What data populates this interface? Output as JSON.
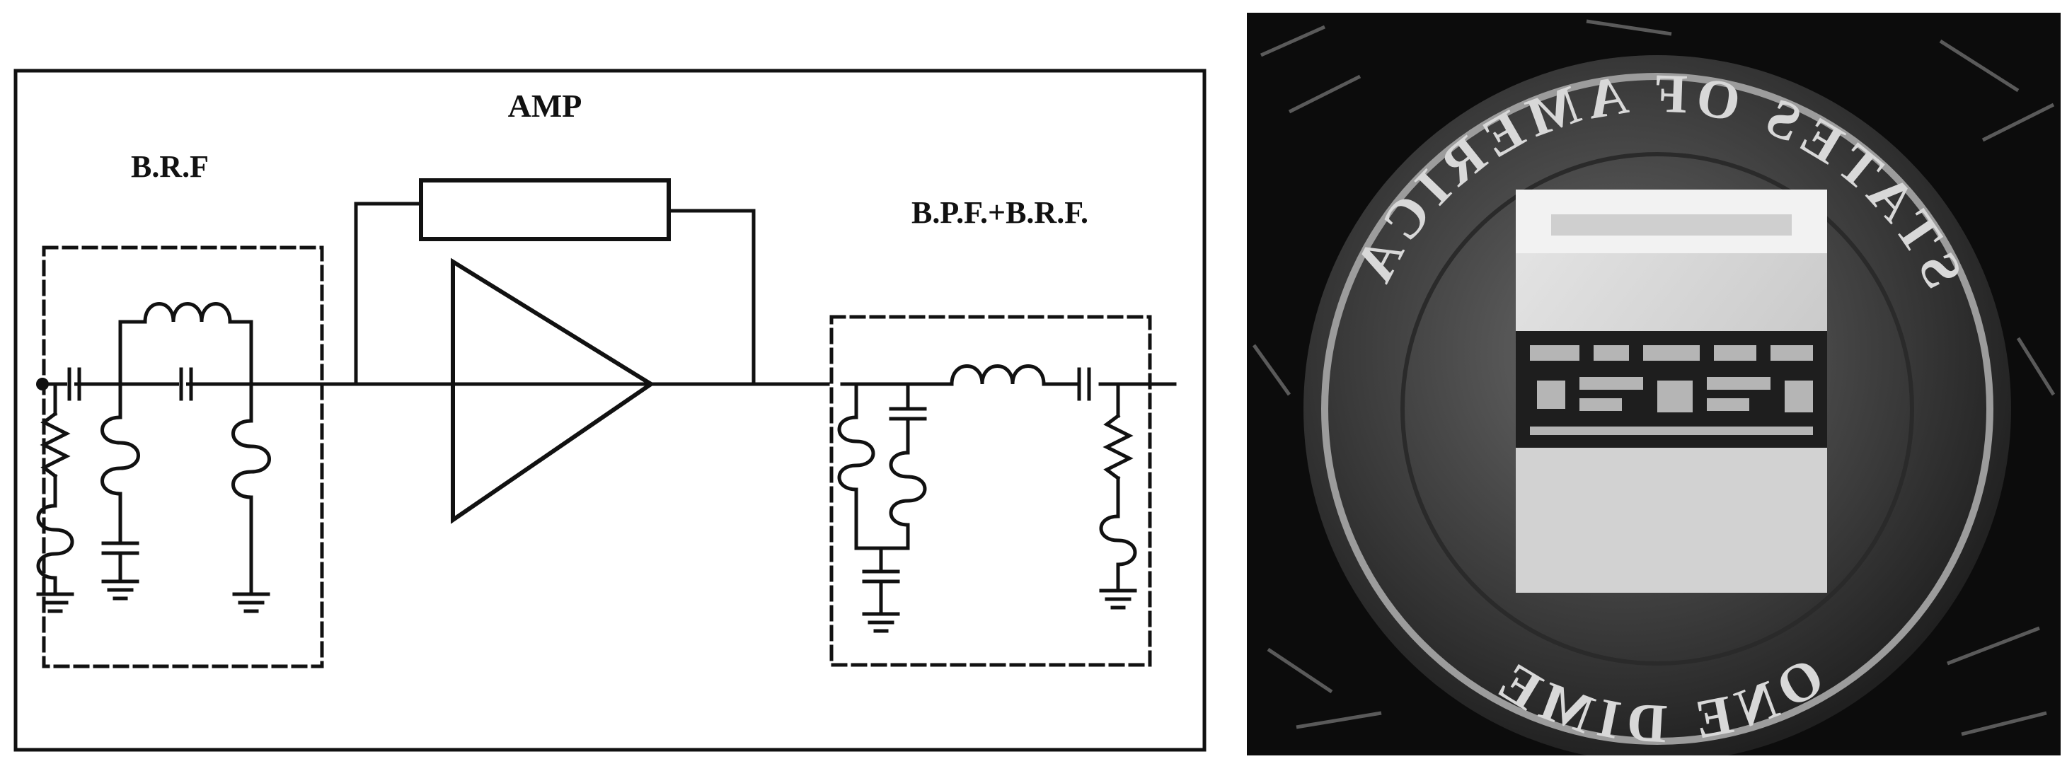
{
  "schematic": {
    "amp_label": "AMP",
    "left_filter_label": "B.R.F",
    "right_filter_label": "B.P.F.+B.R.F."
  },
  "photo": {
    "coin_text_top": "STATES OF AMERICA",
    "coin_text_bottom": "ONE DIME"
  },
  "colors": {
    "ink": "#111111",
    "paper": "#ffffff",
    "photo_bg": "#0c0c0c"
  }
}
